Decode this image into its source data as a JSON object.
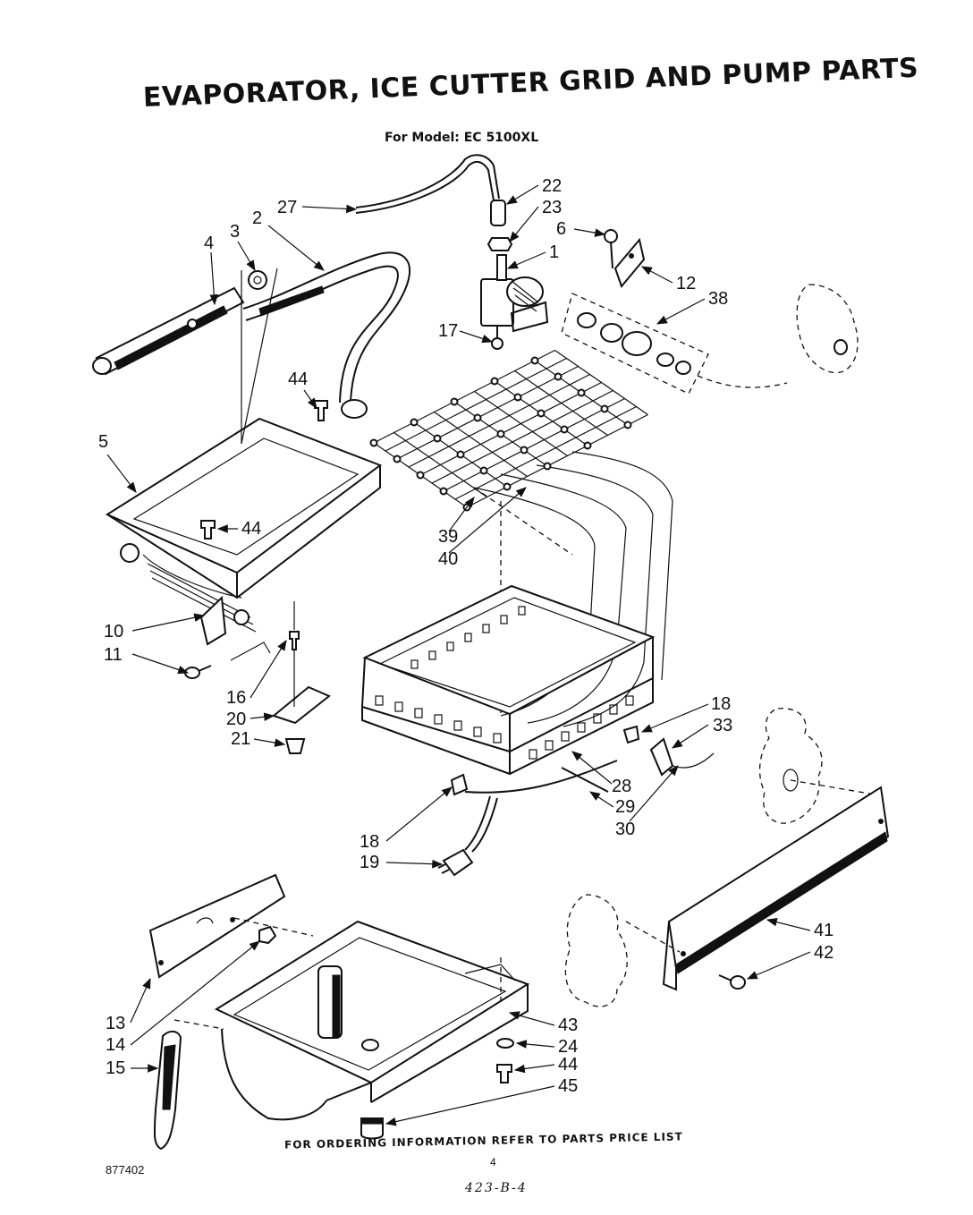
{
  "title": "EVAPORATOR, ICE CUTTER GRID AND PUMP PARTS",
  "subtitle": "For Model: EC 5100XL",
  "footer_note": "FOR ORDERING INFORMATION REFER TO PARTS PRICE LIST",
  "page_number": "4",
  "document_number": "877402",
  "handwritten_code": "423-B-4",
  "callouts": {
    "c27": "27",
    "c22": "22",
    "c23": "23",
    "c6": "6",
    "c1": "1",
    "c3": "3",
    "c2": "2",
    "c4": "4",
    "c12": "12",
    "c38": "38",
    "c17": "17",
    "c44a": "44",
    "c5": "5",
    "c44b": "44",
    "c39": "39",
    "c40": "40",
    "c10": "10",
    "c11": "11",
    "c16": "16",
    "c20": "20",
    "c21": "21",
    "c18a": "18",
    "c33": "33",
    "c28": "28",
    "c29": "29",
    "c30": "30",
    "c18b": "18",
    "c19": "19",
    "c41": "41",
    "c42": "42",
    "c13": "13",
    "c14": "14",
    "c15": "15",
    "c43": "43",
    "c24": "24",
    "c44c": "44",
    "c45": "45"
  }
}
